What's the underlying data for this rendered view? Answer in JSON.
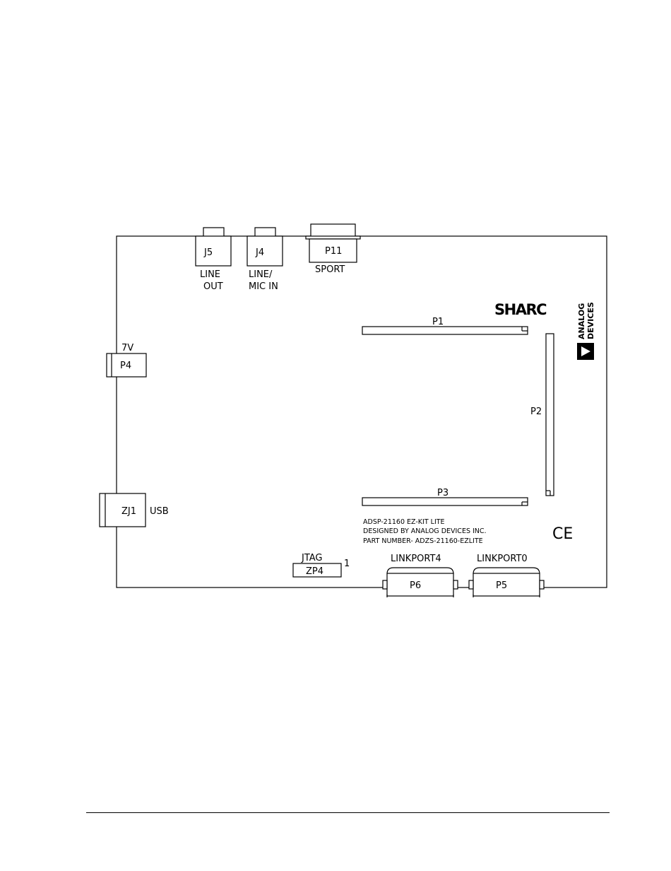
{
  "connectors": {
    "j5": "J5",
    "j5_caption_1": "LINE",
    "j5_caption_2": "OUT",
    "j4": "J4",
    "j4_caption_1": "LINE/",
    "j4_caption_2": "MIC IN",
    "p11": "P11",
    "p11_caption": "SPORT",
    "p4_power": "P4",
    "p4_caption": "7V",
    "zj1": "ZJ1",
    "zj1_caption": "USB",
    "p1": "P1",
    "p2": "P2",
    "p3": "P3",
    "zp4": "ZP4",
    "zp4_caption": "JTAG",
    "zp4_pin": "1",
    "p6": "P6",
    "p6_caption": "LINKPORT4",
    "p5": "P5",
    "p5_caption": "LINKPORT0"
  },
  "board_text": {
    "line1": "ADSP-21160 EZ-KIT LITE",
    "line2": "DESIGNED BY ANALOG DEVICES INC.",
    "line3": "PART NUMBER- ADZS-21160-EZLITE"
  },
  "logos": {
    "sharc": "SHARC",
    "analog_devices_1": "ANALOG",
    "analog_devices_2": "DEVICES",
    "ce_mark": "CE"
  }
}
